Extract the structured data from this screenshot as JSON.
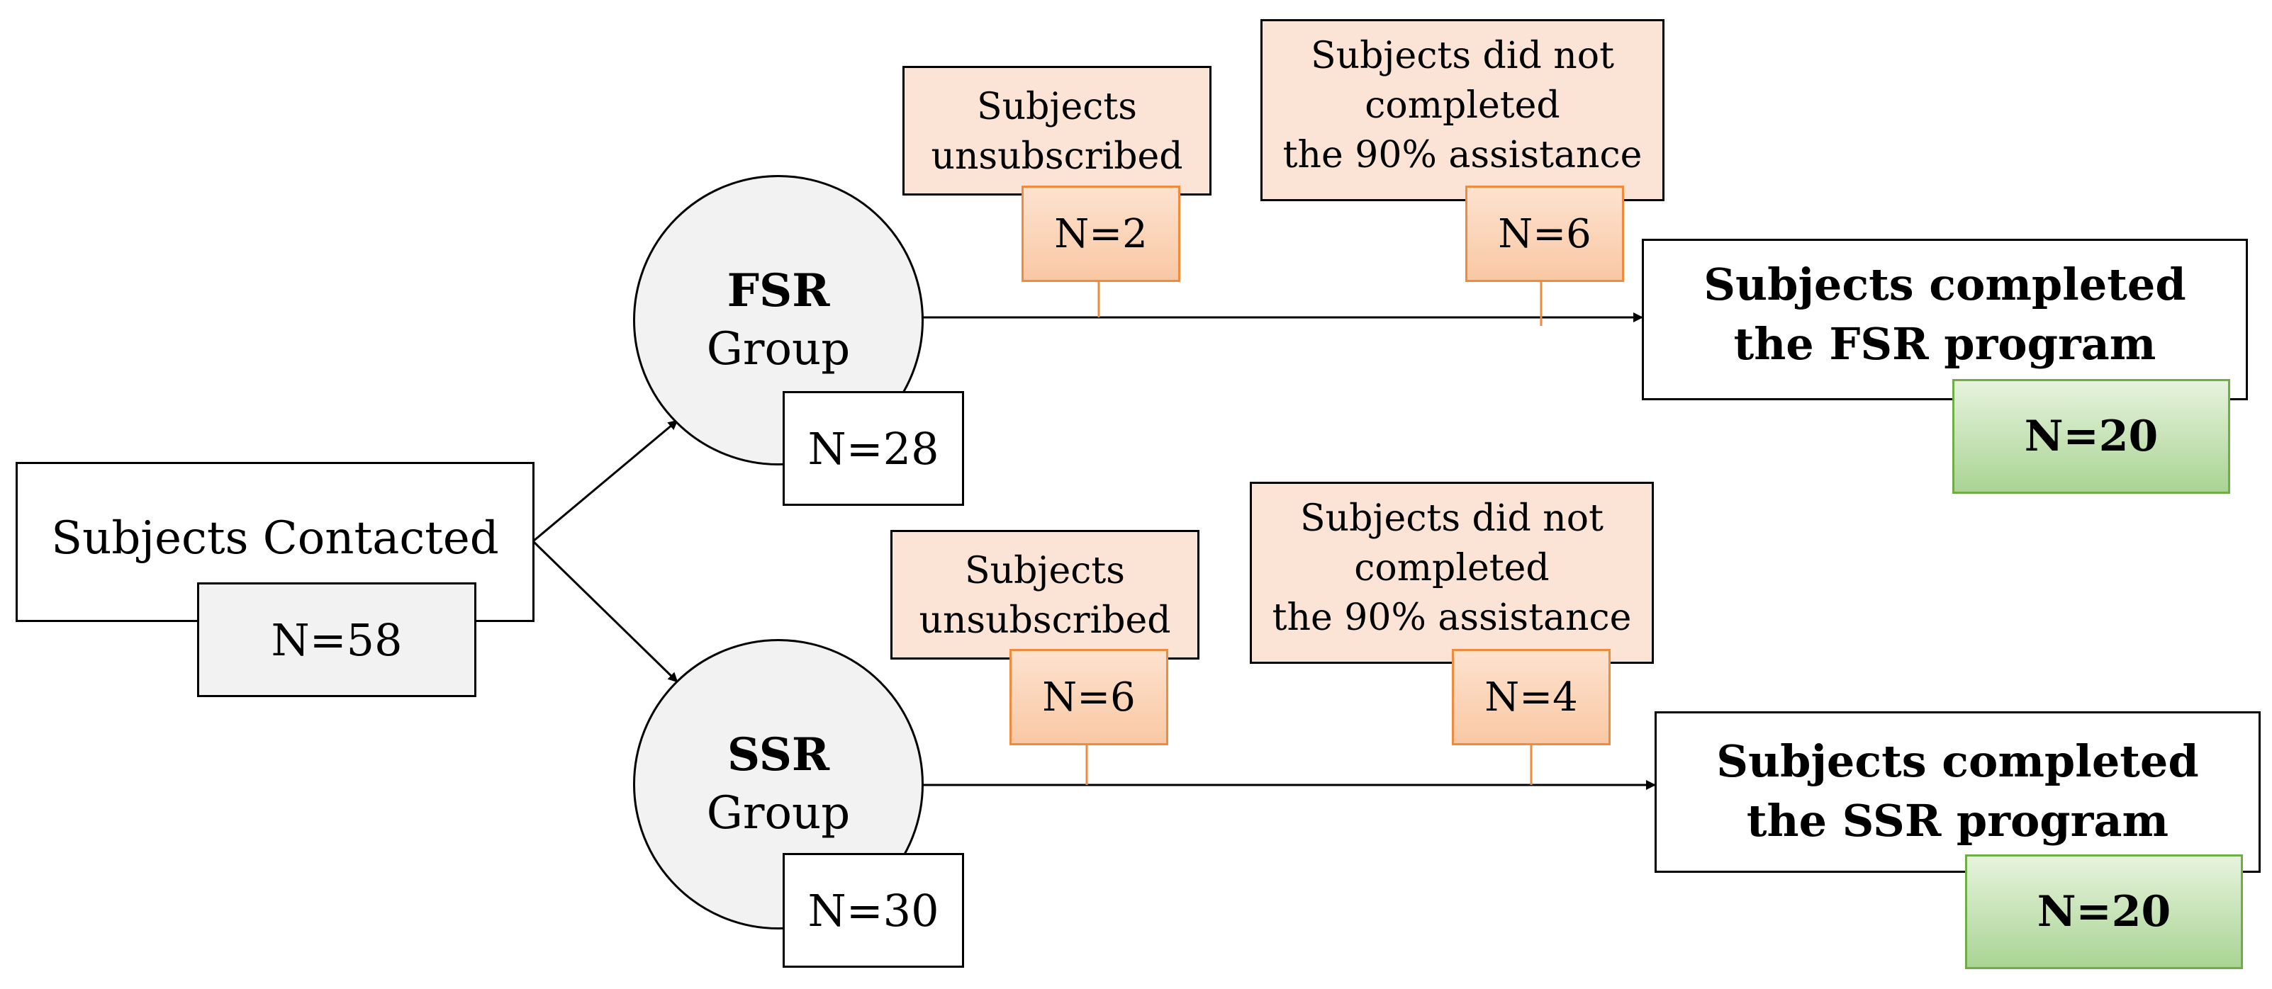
{
  "contacted": {
    "label": "Subjects Contacted",
    "n": "N=58"
  },
  "groups": [
    {
      "name": "FSR",
      "suffix": "Group",
      "n": "N=28",
      "dropout1": {
        "label_line1": "Subjects",
        "label_line2": "unsubscribed",
        "n": "N=2"
      },
      "dropout2": {
        "label_line1": "Subjects did not",
        "label_line2": "completed",
        "label_line3": "the 90% assistance",
        "n": "N=6"
      },
      "completed": {
        "line1": "Subjects completed",
        "line2": "the FSR program",
        "n": "N=20"
      }
    },
    {
      "name": "SSR",
      "suffix": "Group",
      "n": "N=30",
      "dropout1": {
        "label_line1": "Subjects",
        "label_line2": "unsubscribed",
        "n": "N=6"
      },
      "dropout2": {
        "label_line1": "Subjects did not",
        "label_line2": "completed",
        "label_line3": "the 90% assistance",
        "n": "N=4"
      },
      "completed": {
        "line1": "Subjects completed",
        "line2": "the SSR program",
        "n": "N=20"
      }
    }
  ],
  "colors": {
    "peach": "#fbe4d5",
    "orange_border": "#f08a3c",
    "green_border": "#70ad47",
    "grey": "#f2f2f2"
  }
}
